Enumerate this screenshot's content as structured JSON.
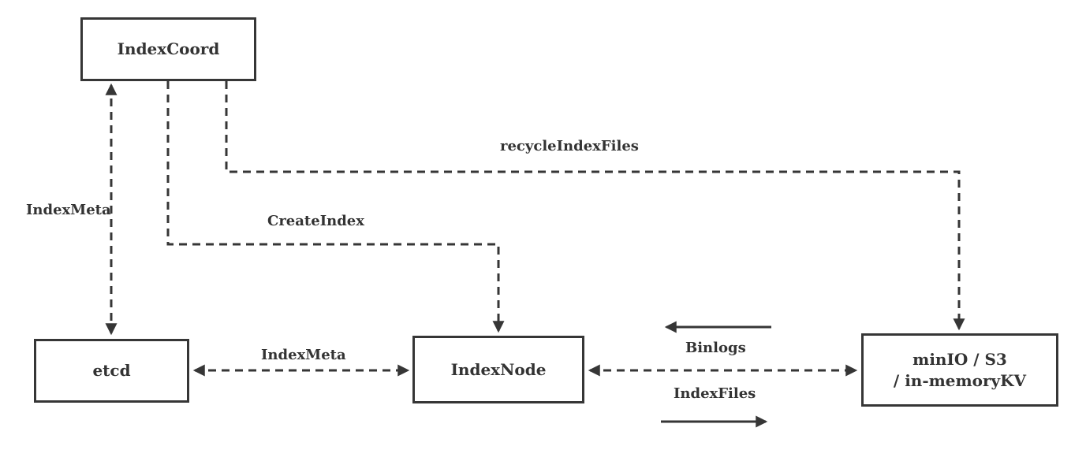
{
  "colors": {
    "line": "#363636",
    "text": "#333333",
    "background": "#ffffff",
    "node_fill": "#ffffff"
  },
  "nodes": {
    "index_coord": {
      "label": "IndexCoord"
    },
    "etcd": {
      "label": "etcd"
    },
    "index_node": {
      "label": "IndexNode"
    },
    "storage": {
      "line1": "minIO / S3",
      "line2": "/ in-memoryKV"
    }
  },
  "edges": {
    "index_meta_coord_etcd": {
      "label": "IndexMeta",
      "style": "dashed",
      "direction": "both"
    },
    "create_index": {
      "label": "CreateIndex",
      "style": "dashed",
      "direction": "indexcoord-to-indexnode"
    },
    "recycle_index_files": {
      "label": "recycleIndexFiles",
      "style": "dashed",
      "direction": "indexcoord-to-storage"
    },
    "index_meta_etcd_node": {
      "label": "IndexMeta",
      "style": "dashed",
      "direction": "both"
    },
    "index_node_storage": {
      "label": "",
      "style": "dashed",
      "direction": "both"
    },
    "binlogs": {
      "label": "Binlogs",
      "style": "solid",
      "direction": "storage-to-indexnode"
    },
    "index_files": {
      "label": "IndexFiles",
      "style": "solid",
      "direction": "indexnode-to-storage"
    }
  }
}
